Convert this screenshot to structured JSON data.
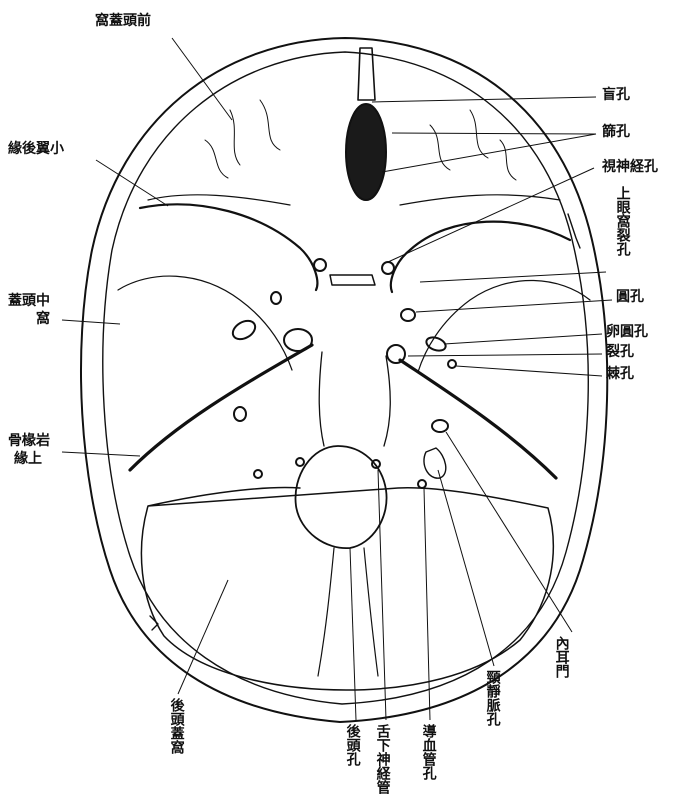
{
  "labels": {
    "ant_fossa": "窩蓋頭前",
    "foramen_caecum": "盲孔",
    "cribriform": "篩孔",
    "lesser_wing": "緣後翼小",
    "optic": "視神経孔",
    "sup_orbital": "上眼窩裂孔",
    "rotundum": "圓孔",
    "mid_fossa_1": "蓋頭中",
    "mid_fossa_2": "窩",
    "ovale": "卵圓孔",
    "lacerum": "裂孔",
    "spinosum": "棘孔",
    "petrous_1": "骨椽岩",
    "petrous_2": "緣上",
    "int_meatus": "內耳門",
    "post_fossa": "後頭蓋窩",
    "magnum": "後頭孔",
    "hypoglossal": "舌下神経管",
    "emissary": "導血管孔",
    "jugular": "頸靜脈孔"
  },
  "colors": {
    "ink": "#111111",
    "paper": "#ffffff"
  }
}
